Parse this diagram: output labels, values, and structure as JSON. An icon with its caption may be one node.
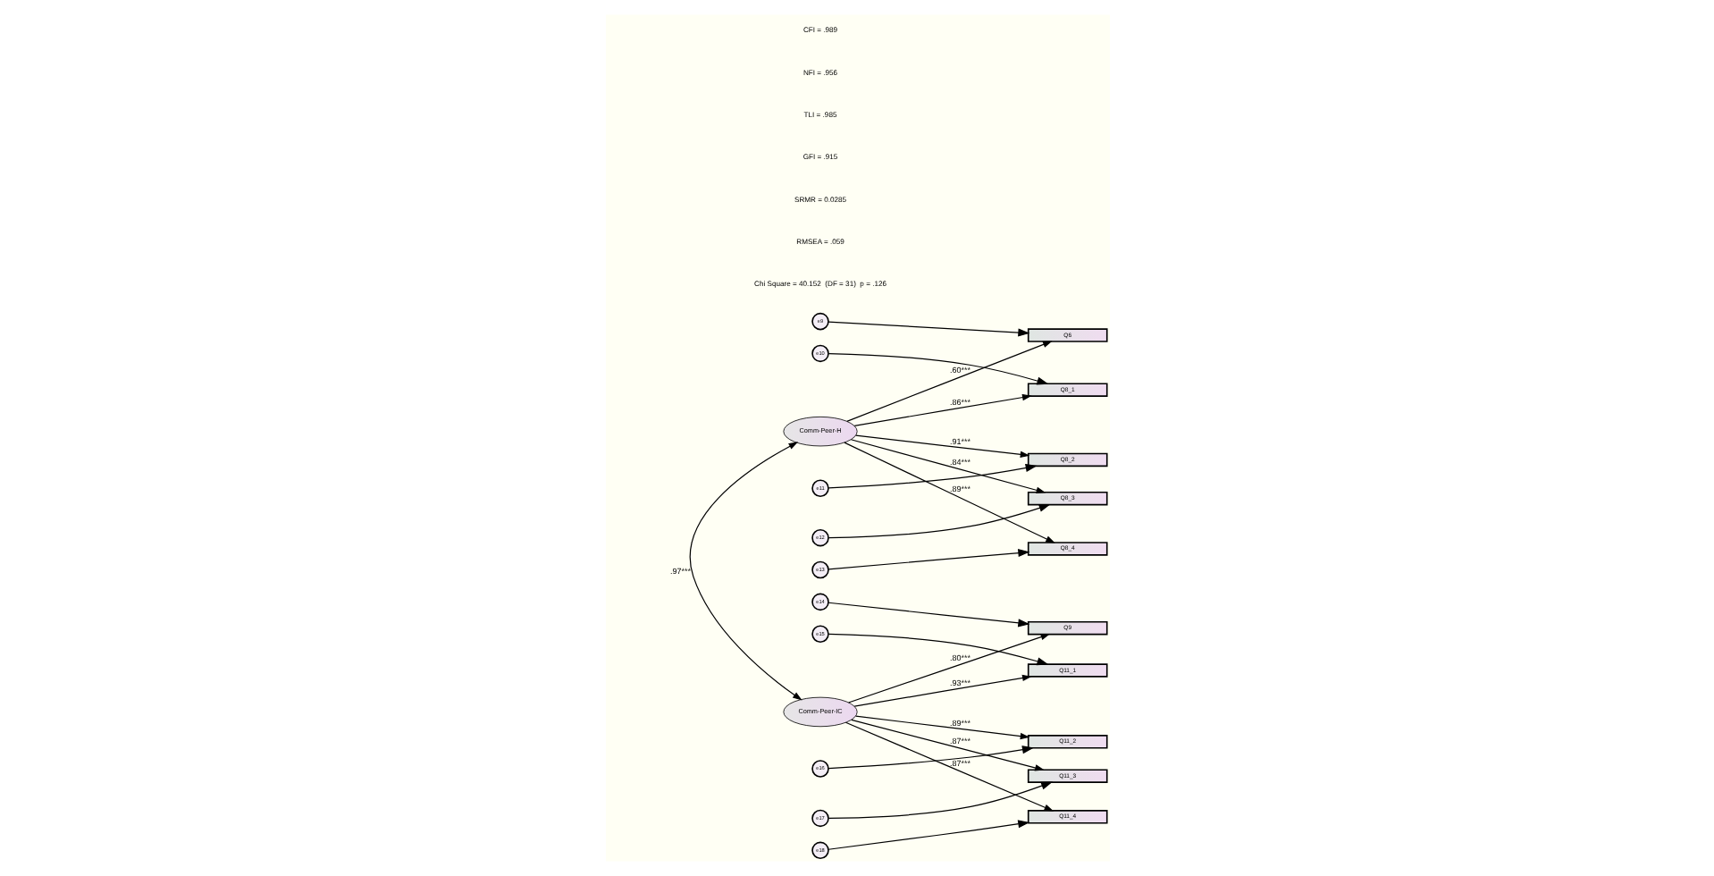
{
  "diagram": {
    "nodes": [
      {
        "text": [
          "Comm-Peer-H"
        ]
      },
      {
        "text": [
          "Comm-Peer-IC"
        ]
      },
      {
        "text": [
          "Q6"
        ]
      },
      {
        "text": [
          "Q8_1"
        ]
      },
      {
        "text": [
          "Q8_2"
        ]
      },
      {
        "text": [
          "Q8_3"
        ]
      },
      {
        "text": [
          "Q8_4"
        ]
      },
      {
        "text": [
          "Q9"
        ]
      },
      {
        "text": [
          "Q11_1"
        ]
      },
      {
        "text": [
          "Q11_2"
        ]
      },
      {
        "text": [
          "Q11_3"
        ]
      },
      {
        "text": [
          "Q11_4"
        ]
      },
      {
        "text": [
          "e9"
        ]
      },
      {
        "text": [
          "e10"
        ]
      },
      {
        "text": [
          "e11"
        ]
      },
      {
        "text": [
          "e12"
        ]
      },
      {
        "text": [
          "e13"
        ]
      },
      {
        "text": [
          "e14"
        ]
      },
      {
        "text": [
          "e15"
        ]
      },
      {
        "text": [
          "e16"
        ]
      },
      {
        "text": [
          "e17"
        ]
      },
      {
        "text": [
          "e18"
        ]
      }
    ],
    "edges": [
      {
        "from": 0,
        "to": 1,
        "arrow": "both",
        "label": ".97***"
      },
      {
        "from": 0,
        "to": 2,
        "arrow": "to",
        "label": ".60***"
      },
      {
        "from": 0,
        "to": 3,
        "arrow": "to",
        "label": ".86***"
      },
      {
        "from": 0,
        "to": 4,
        "arrow": "to",
        "label": ".91***"
      },
      {
        "from": 0,
        "to": 5,
        "arrow": "to",
        "label": ".84***"
      },
      {
        "from": 0,
        "to": 6,
        "arrow": "to",
        "label": ".89***"
      },
      {
        "from": 1,
        "to": 7,
        "arrow": "to",
        "label": ".80***"
      },
      {
        "from": 1,
        "to": 8,
        "arrow": "to",
        "label": ".93***"
      },
      {
        "from": 1,
        "to": 9,
        "arrow": "to",
        "label": ".89***"
      },
      {
        "from": 1,
        "to": 10,
        "arrow": "to",
        "label": ".87***"
      },
      {
        "from": 1,
        "to": 11,
        "arrow": "to",
        "label": ".87***"
      },
      {
        "from": 12,
        "to": 2,
        "arrow": "to"
      },
      {
        "from": 13,
        "to": 3,
        "arrow": "to"
      },
      {
        "from": 14,
        "to": 4,
        "arrow": "to"
      },
      {
        "from": 15,
        "to": 5,
        "arrow": "to"
      },
      {
        "from": 16,
        "to": 6,
        "arrow": "to"
      },
      {
        "from": 17,
        "to": 7,
        "arrow": "to"
      },
      {
        "from": 18,
        "to": 8,
        "arrow": "to"
      },
      {
        "from": 19,
        "to": 9,
        "arrow": "to"
      },
      {
        "from": 20,
        "to": 10,
        "arrow": "to"
      },
      {
        "from": 21,
        "to": 11,
        "arrow": "to"
      }
    ],
    "labels": [
      "Chi Square = 40.152  (DF = 31)  p = .126",
      "RMSEA = .059",
      "SRMR = 0.0285",
      "GFI = .915",
      "TLI = .985",
      "NFI = .956",
      "CFI = .989"
    ]
  }
}
